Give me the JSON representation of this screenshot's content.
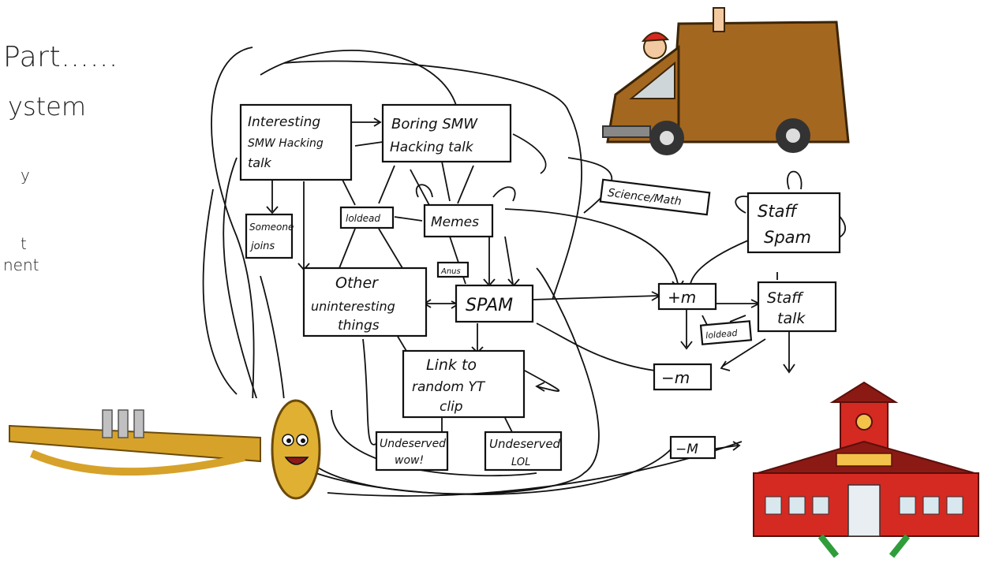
{
  "slide": {
    "title_line1": "Part……",
    "title_line2": "ystem",
    "fragments": [
      "y",
      "t",
      "nent"
    ]
  },
  "diagram": {
    "nodes": {
      "interesting": [
        "Interesting",
        "SMW Hacking",
        "talk"
      ],
      "boring": [
        "Boring SMW",
        "Hacking talk"
      ],
      "someone_joins": [
        "Someone",
        "joins"
      ],
      "loldead_left": "loldead",
      "memes": "Memes",
      "anus": "Anus",
      "other": [
        "Other",
        "uninteresting",
        "things"
      ],
      "spam": "SPAM",
      "link": [
        "Link to",
        "random YT",
        "clip"
      ],
      "undeserved_wow": [
        "Undeserved",
        "wow!"
      ],
      "undeserved_lol": [
        "Undeserved",
        "LOL"
      ],
      "science_math": "Science/Math",
      "staff_spam": [
        "Staff",
        "Spam"
      ],
      "plus_m": "+m",
      "staff_talk": [
        "Staff",
        "talk"
      ],
      "loldead_right": "loldead",
      "minus_m_1": "−m",
      "minus_m_2": "−M"
    }
  },
  "colors": {
    "ink": "#111111",
    "truck_body": "#a4671f",
    "school_red": "#d42a22",
    "trumpet_gold": "#d6a22a"
  },
  "icons": [
    "delivery-truck-icon",
    "school-building-icon",
    "trumpet-icon"
  ]
}
